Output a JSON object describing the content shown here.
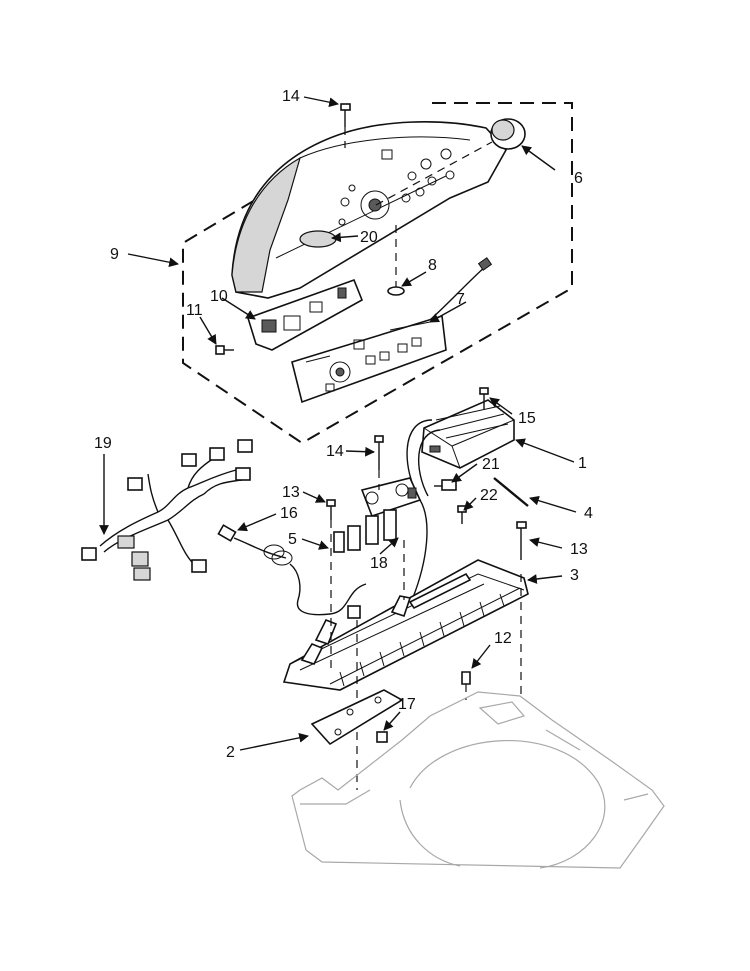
{
  "callouts": {
    "c1": "1",
    "c2": "2",
    "c3": "3",
    "c4": "4",
    "c5": "5",
    "c6": "6",
    "c7": "7",
    "c8": "8",
    "c9": "9",
    "c10": "10",
    "c11": "11",
    "c12": "12",
    "c13a": "13",
    "c13b": "13",
    "c14a": "14",
    "c14b": "14",
    "c15": "15",
    "c16": "16",
    "c17": "17",
    "c18": "18",
    "c19": "19",
    "c20": "20",
    "c21": "21",
    "c22": "22"
  }
}
